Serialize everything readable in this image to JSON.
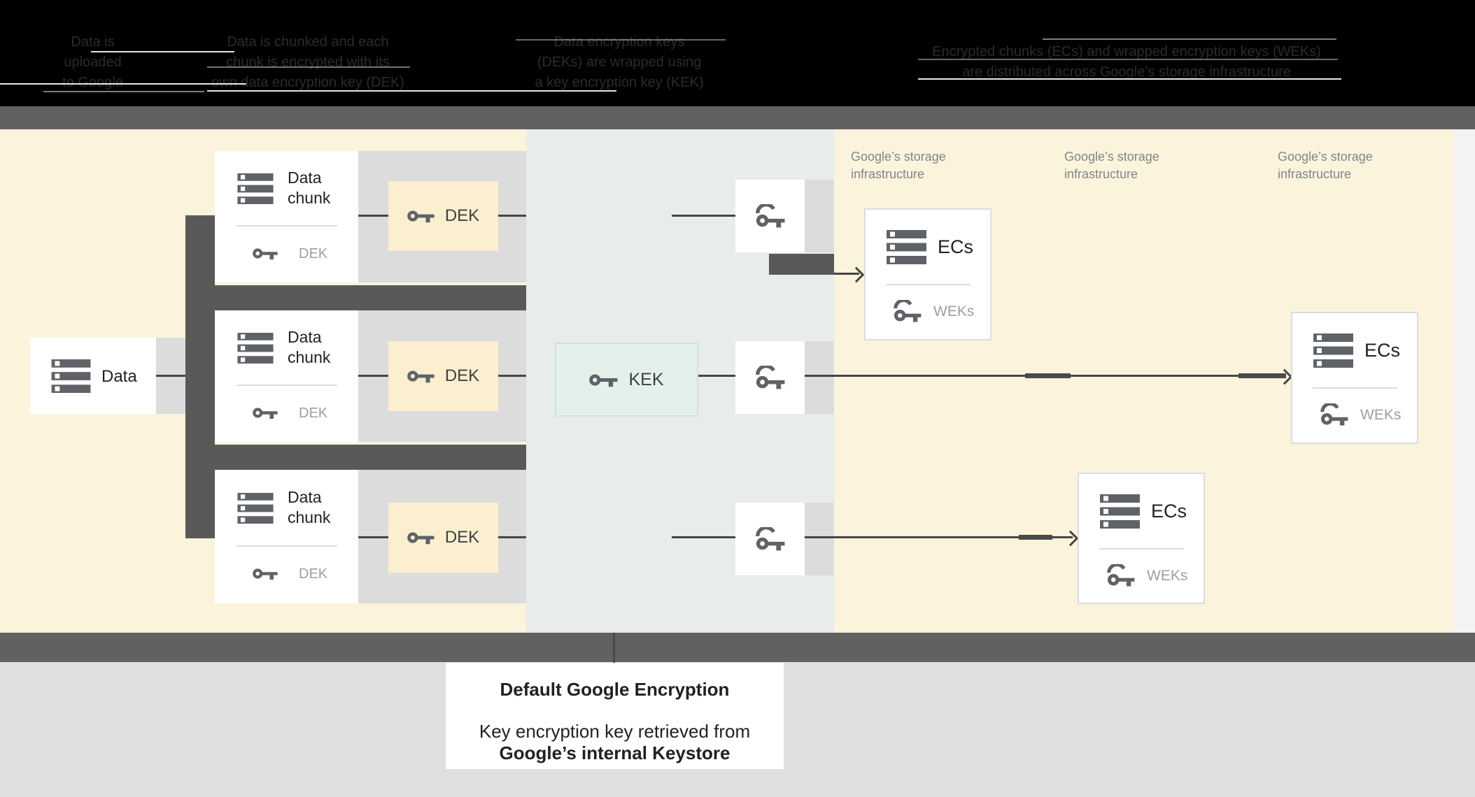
{
  "header": {
    "steps": [
      {
        "lines": [
          "Data is",
          "uploaded",
          "to Google"
        ]
      },
      {
        "lines": [
          "Data is chunked and each",
          "chunk is encrypted with its",
          "own data encryption key (DEK)"
        ]
      },
      {
        "lines": [
          "Data encryption keys",
          "(DEKs) are wrapped using",
          "a key encryption key (KEK)"
        ]
      },
      {
        "lines": [
          "Encrypted chunks (ECs) and wrapped encryption keys (WEKs)",
          "are distributed across Google’s storage infrastructure"
        ]
      }
    ]
  },
  "diagram": {
    "data_card": {
      "label": "Data"
    },
    "chunk_cards": [
      {
        "title": "Data chunk",
        "key_label": "DEK"
      },
      {
        "title": "Data chunk",
        "key_label": "DEK"
      },
      {
        "title": "Data chunk",
        "key_label": "DEK"
      }
    ],
    "dek_boxes": [
      {
        "label": "DEK"
      },
      {
        "label": "DEK"
      },
      {
        "label": "DEK"
      }
    ],
    "kek_box": {
      "label": "KEK"
    },
    "storage_labels": [
      {
        "line1": "Google’s storage",
        "line2": "infrastructure"
      },
      {
        "line1": "Google’s storage",
        "line2": "infrastructure"
      },
      {
        "line1": "Google’s storage",
        "line2": "infrastructure"
      }
    ],
    "ec_cards": [
      {
        "title": "ECs",
        "key_label": "WEKs"
      },
      {
        "title": "ECs",
        "key_label": "WEKs"
      },
      {
        "title": "ECs",
        "key_label": "WEKs"
      }
    ]
  },
  "footer": {
    "caption_title": "Default Google Encryption",
    "caption_line1": "Key encryption key retrieved from",
    "caption_line2": "Google’s internal Keystore"
  },
  "colors": {
    "cream": "#FBF3DC",
    "band_blue": "#E8ECEC",
    "band_gray": "#616161",
    "trunk_gray": "#595959",
    "strip_gray": "#DCDCDC",
    "footer_gray": "#DFDFDF",
    "dek_yellow": "#FBEFD0",
    "kek_mint": "#E4F1EA",
    "icon_gray": "#5F6368",
    "muted_text": "#9AA0A6",
    "storage_label_gray": "#80868B",
    "line_color": "#454545"
  }
}
